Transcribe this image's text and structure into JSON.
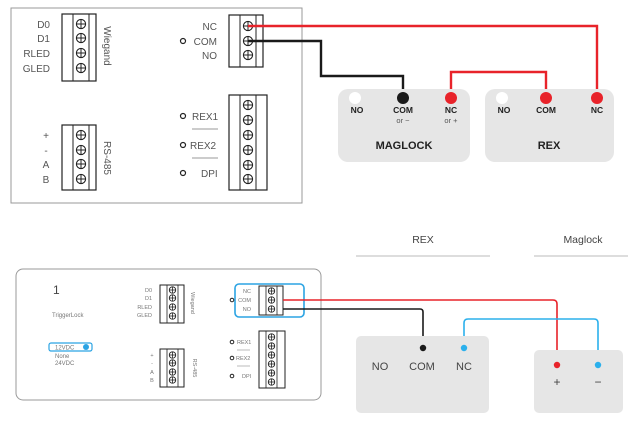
{
  "top_diagram": {
    "wiegand": {
      "title": "Wiegand",
      "pins": [
        "D0",
        "D1",
        "RLED",
        "GLED"
      ]
    },
    "rs485": {
      "title": "RS-485",
      "pins": [
        "+",
        "-",
        "A",
        "B"
      ]
    },
    "relay": {
      "pins": [
        "NC",
        "COM",
        "NO"
      ]
    },
    "inputs": {
      "pins": [
        "REX1",
        "REX2",
        "DPI"
      ]
    },
    "maglock": {
      "title": "MAGLOCK",
      "terminals": [
        {
          "label": "NO",
          "sub": ""
        },
        {
          "label": "COM",
          "sub": "or −"
        },
        {
          "label": "NC",
          "sub": "or +"
        }
      ]
    },
    "rex": {
      "title": "REX",
      "terminals": [
        {
          "label": "NO"
        },
        {
          "label": "COM"
        },
        {
          "label": "NC"
        }
      ]
    }
  },
  "bottom_diagram": {
    "board": {
      "number": "1",
      "name": "TriggerLock",
      "voltage_options": [
        "12VDC",
        "None",
        "24VDC"
      ],
      "voltage_selected": "12VDC"
    },
    "wiegand": {
      "title": "Wiegand",
      "pins": [
        "D0",
        "D1",
        "RLED",
        "GLED"
      ]
    },
    "rs485": {
      "title": "RS-485",
      "pins": [
        "+",
        "-",
        "A",
        "B"
      ]
    },
    "relay": {
      "pins": [
        "NC",
        "COM",
        "NO"
      ]
    },
    "inputs": {
      "pins": [
        "REX1",
        "REX2",
        "DPI"
      ]
    },
    "rex": {
      "header": "REX",
      "terminals": [
        "NO",
        "COM",
        "NC"
      ]
    },
    "maglock": {
      "header": "Maglock",
      "terminals": [
        "+",
        "−"
      ]
    }
  },
  "colors": {
    "wire_red": "#e8232a",
    "wire_black": "#1a1a1a",
    "wire_blue": "#2bb0ec",
    "device_fill": "#e6e6e6",
    "highlight_blue": "#2ba3e3"
  }
}
